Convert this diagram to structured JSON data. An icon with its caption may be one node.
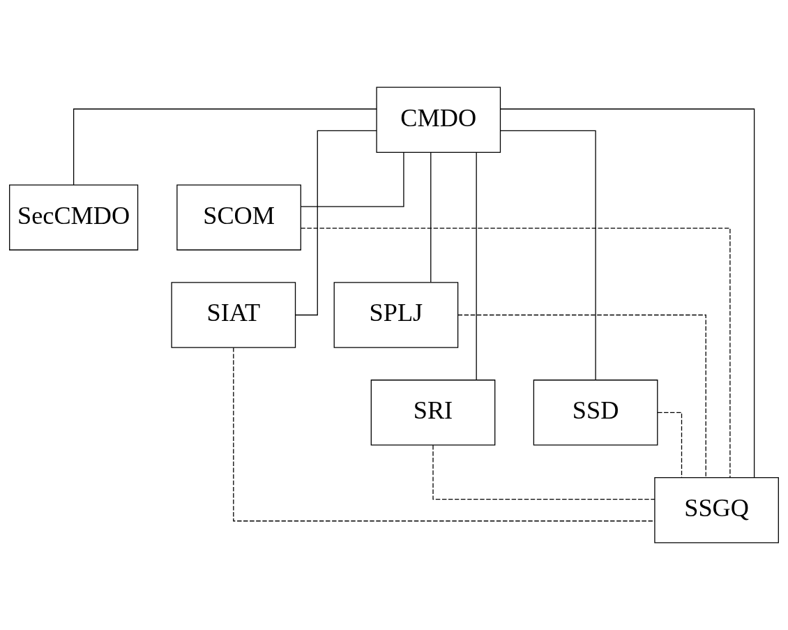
{
  "diagram": {
    "nodes": [
      {
        "text": [
          "CMDO"
        ]
      },
      {
        "text": [
          "SecCMDO"
        ]
      },
      {
        "text": [
          "SCOM"
        ]
      },
      {
        "text": [
          "SIAT"
        ]
      },
      {
        "text": [
          "SPLJ"
        ]
      },
      {
        "text": [
          "SRI"
        ]
      },
      {
        "text": [
          "SSD"
        ]
      },
      {
        "text": [
          "SSGQ"
        ]
      }
    ],
    "edges": [
      {
        "from": 0,
        "to": 1,
        "arrow": "none"
      },
      {
        "from": 0,
        "to": 2,
        "arrow": "none"
      },
      {
        "from": 0,
        "to": 3,
        "arrow": "none"
      },
      {
        "from": 0,
        "to": 4,
        "arrow": "none"
      },
      {
        "from": 0,
        "to": 5,
        "arrow": "none"
      },
      {
        "from": 0,
        "to": 6,
        "arrow": "none"
      },
      {
        "from": 0,
        "to": 7,
        "arrow": "none"
      },
      {
        "from": 2,
        "to": 7,
        "arrow": "none",
        "style": "dashed"
      },
      {
        "from": 4,
        "to": 7,
        "arrow": "none",
        "style": "dashed"
      },
      {
        "from": 6,
        "to": 7,
        "arrow": "none",
        "style": "dashed"
      },
      {
        "from": 3,
        "to": 7,
        "arrow": "none",
        "style": "dashed"
      },
      {
        "from": 5,
        "to": 7,
        "arrow": "none",
        "style": "dashed"
      }
    ]
  }
}
